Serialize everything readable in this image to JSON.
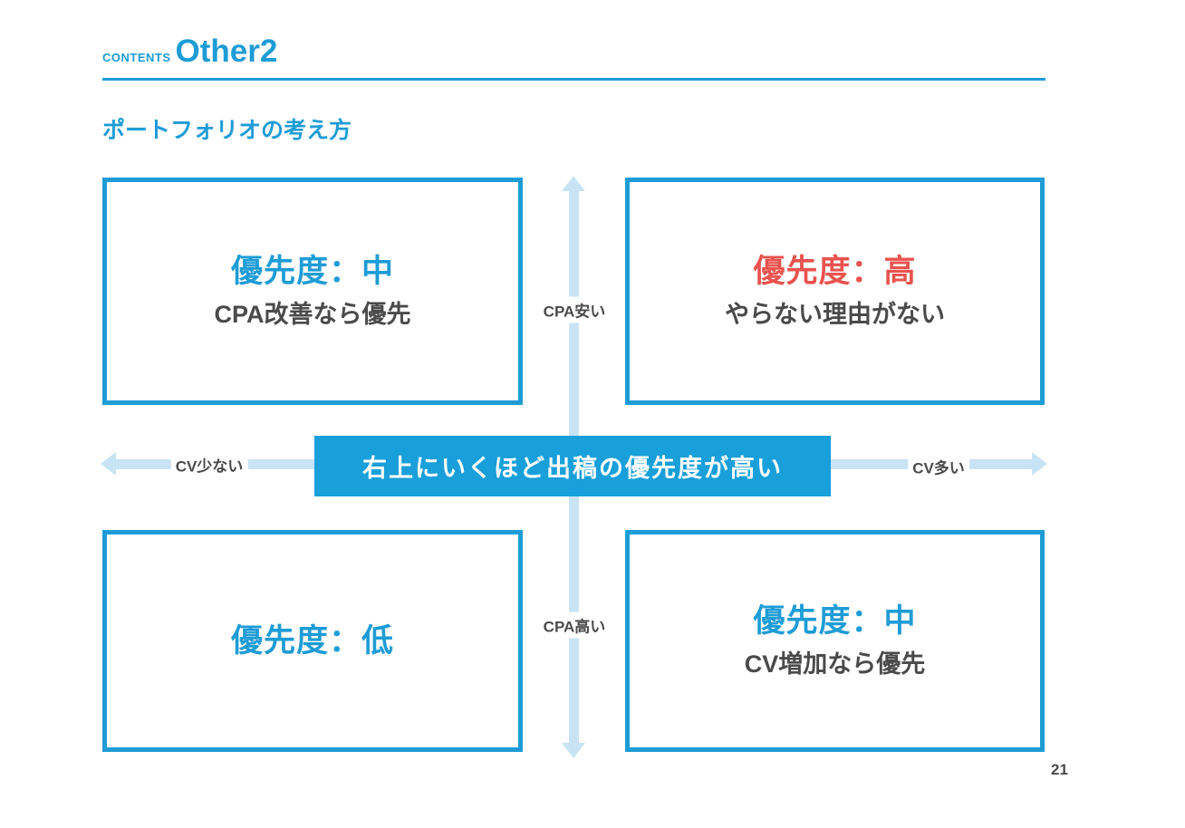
{
  "page": {
    "eyebrow": "CONTENTS",
    "title": "Other2",
    "subtitle": "ポートフォリオの考え方",
    "page_number": "21"
  },
  "matrix": {
    "banner": "右上にいくほど出稿の優先度が高い",
    "axes": {
      "vertical_top": "CPA安い",
      "vertical_bottom": "CPA高い",
      "horizontal_left": "CV少ない",
      "horizontal_right": "CV多い"
    },
    "quadrants": [
      {
        "position": "top-left",
        "priority": "優先度：中",
        "note": "CPA改善なら優先",
        "priority_color": "#1e9cd6"
      },
      {
        "position": "top-right",
        "priority": "優先度：高",
        "note": "やらない理由がない",
        "priority_color": "#e9534f"
      },
      {
        "position": "bottom-left",
        "priority": "優先度：低",
        "note": "",
        "priority_color": "#1e9cd6"
      },
      {
        "position": "bottom-right",
        "priority": "優先度：中",
        "note": "CV増加なら優先",
        "priority_color": "#1e9cd6"
      }
    ]
  },
  "colors": {
    "accent_blue": "#1e9cd6",
    "banner_blue": "#199fd9",
    "arrow_light_blue": "#c8e4f4",
    "priority_red": "#e9534f",
    "text_dark": "#4a4a4a"
  }
}
